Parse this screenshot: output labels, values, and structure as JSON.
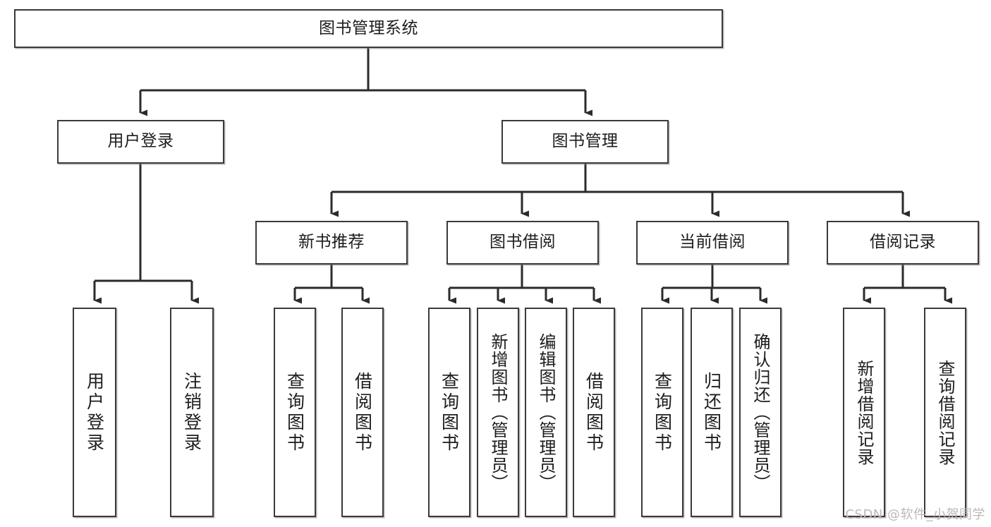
{
  "diagram": {
    "type": "tree",
    "title": "图书管理系统",
    "orientation": "top-down",
    "colors": {
      "box_border": "#3a3a3a",
      "box_fill": "#ffffff",
      "edge": "#2b2b2b",
      "text": "#1d1d1d",
      "watermark": "#b9b9b9"
    },
    "nodes": {
      "root": {
        "label": "图书管理系统",
        "level": 1
      },
      "user_login": {
        "label": "用户登录",
        "level": 2
      },
      "book_manage": {
        "label": "图书管理",
        "level": 2
      },
      "new_book_rec": {
        "label": "新书推荐",
        "level": 3
      },
      "book_borrow": {
        "label": "图书借阅",
        "level": 3
      },
      "current_borrow": {
        "label": "当前借阅",
        "level": 3
      },
      "borrow_record": {
        "label": "借阅记录",
        "level": 3
      },
      "leaf_user_login": {
        "label": "用户登录",
        "level": 4
      },
      "leaf_logout": {
        "label": "注销登录",
        "level": 4
      },
      "leaf_query_book_1": {
        "label": "查询图书",
        "level": 4
      },
      "leaf_borrow_book_1": {
        "label": "借阅图书",
        "level": 4
      },
      "leaf_query_book_2": {
        "label": "查询图书",
        "level": 4
      },
      "leaf_add_book": {
        "label": "新增图书（管理员）",
        "level": 4
      },
      "leaf_edit_book": {
        "label": "编辑图书（管理员）",
        "level": 4
      },
      "leaf_borrow_book_2": {
        "label": "借阅图书",
        "level": 4
      },
      "leaf_query_book_3": {
        "label": "查询图书",
        "level": 4
      },
      "leaf_return_book": {
        "label": "归还图书",
        "level": 4
      },
      "leaf_confirm_return": {
        "label": "确认归还（管理员）",
        "level": 4
      },
      "leaf_add_record": {
        "label": "新增借阅记录",
        "level": 4
      },
      "leaf_query_record": {
        "label": "查询借阅记录",
        "level": 4
      }
    },
    "edges": [
      {
        "from": "root",
        "to": "user_login"
      },
      {
        "from": "root",
        "to": "book_manage"
      },
      {
        "from": "user_login",
        "to": "leaf_user_login"
      },
      {
        "from": "user_login",
        "to": "leaf_logout"
      },
      {
        "from": "book_manage",
        "to": "new_book_rec"
      },
      {
        "from": "book_manage",
        "to": "book_borrow"
      },
      {
        "from": "book_manage",
        "to": "current_borrow"
      },
      {
        "from": "book_manage",
        "to": "borrow_record"
      },
      {
        "from": "new_book_rec",
        "to": "leaf_query_book_1"
      },
      {
        "from": "new_book_rec",
        "to": "leaf_borrow_book_1"
      },
      {
        "from": "book_borrow",
        "to": "leaf_query_book_2"
      },
      {
        "from": "book_borrow",
        "to": "leaf_add_book"
      },
      {
        "from": "book_borrow",
        "to": "leaf_edit_book"
      },
      {
        "from": "book_borrow",
        "to": "leaf_borrow_book_2"
      },
      {
        "from": "current_borrow",
        "to": "leaf_query_book_3"
      },
      {
        "from": "current_borrow",
        "to": "leaf_return_book"
      },
      {
        "from": "current_borrow",
        "to": "leaf_confirm_return"
      },
      {
        "from": "borrow_record",
        "to": "leaf_add_record"
      },
      {
        "from": "borrow_record",
        "to": "leaf_query_record"
      }
    ]
  },
  "watermark": {
    "text": "CSDN @软件_小贺同学"
  }
}
